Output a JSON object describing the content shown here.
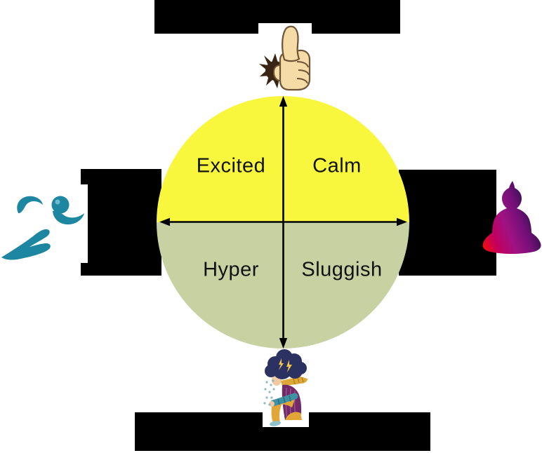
{
  "diagram": {
    "type": "quadrant-mood-energy-diagram",
    "quadrant_labels": {
      "top_left": "Excited",
      "top_right": "Calm",
      "bottom_left": "Hyper",
      "bottom_right": "Sluggish"
    },
    "colors": {
      "upper_half": "#f8f63d",
      "lower_half": "#c7d1a2",
      "axis": "#000000",
      "label_text": "#111111",
      "redaction_blocks": "#000000",
      "background": "#ffffff"
    },
    "icons": {
      "top": "thumbs-up-icon",
      "left": "running-person-icon",
      "right": "meditating-buddha-icon",
      "bottom": "sad-person-rain-cloud-icon"
    },
    "redacted_labels": {
      "top": "",
      "left": "",
      "right": "",
      "bottom": ""
    }
  }
}
